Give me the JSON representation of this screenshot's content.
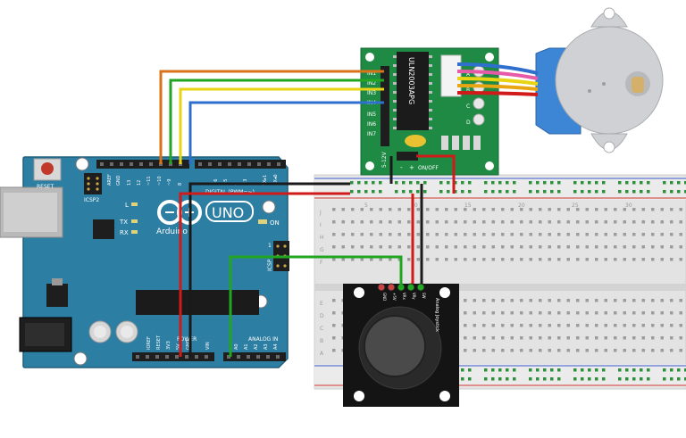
{
  "arduino": {
    "reset_label": "RESET",
    "icsp2_label": "ICSP2",
    "aref_label": "AREF",
    "gnd_label": "GND",
    "digital_label": "DIGITAL (PWM=~)",
    "l_label": "L",
    "tx_label": "TX",
    "rx_label": "RX",
    "brand_label": "Arduino",
    "uno_label": "UNO",
    "on_label": "ON",
    "icsp_label": "ICSP",
    "ioref_label": "IOREF",
    "reset_pin_label": "RESET",
    "v33_label": "3V3",
    "v5_label": "5V",
    "gnd2_label": "GND",
    "vin_label": "VIN",
    "power_label": "POWER",
    "analog_label": "ANALOG IN",
    "a_pins": [
      "A0",
      "A1",
      "A2",
      "A3",
      "A4",
      "A5"
    ],
    "digital_pins": [
      "13",
      "12",
      "~11",
      "~10",
      "~9",
      "8",
      "7",
      "~6",
      "~5",
      "4",
      "~3",
      "2",
      "TX▸1",
      "RX◂0"
    ],
    "pin_num_1": "1"
  },
  "driver": {
    "chip_label": "ULN2003APG",
    "inputs": [
      "IN1",
      "IN2",
      "IN3",
      "IN4",
      "IN5",
      "IN6",
      "IN7"
    ],
    "led_labels": [
      "A",
      "B",
      "C",
      "D"
    ],
    "power_minus": "-",
    "power_plus": "+",
    "power_label": "ON/OFF",
    "v_label": "5-12V"
  },
  "joystick": {
    "title": "Analog Joystick",
    "pins": [
      "GND",
      "+5V",
      "VRx",
      "VRy",
      "SW"
    ]
  },
  "breadboard": {
    "row_letters": [
      "A",
      "B",
      "C",
      "D",
      "E",
      "F",
      "G",
      "H",
      "I",
      "J"
    ],
    "col_labels": [
      "5",
      "10",
      "15",
      "20",
      "25",
      "30"
    ]
  },
  "wires": {
    "orange": "#d9731a",
    "green": "#22a522",
    "yellow": "#e8d412",
    "blue": "#2f6fce",
    "black": "#1a1a1a",
    "red": "#d11a1a",
    "pink": "#e65aa8",
    "purple": "#7b3fc6"
  }
}
